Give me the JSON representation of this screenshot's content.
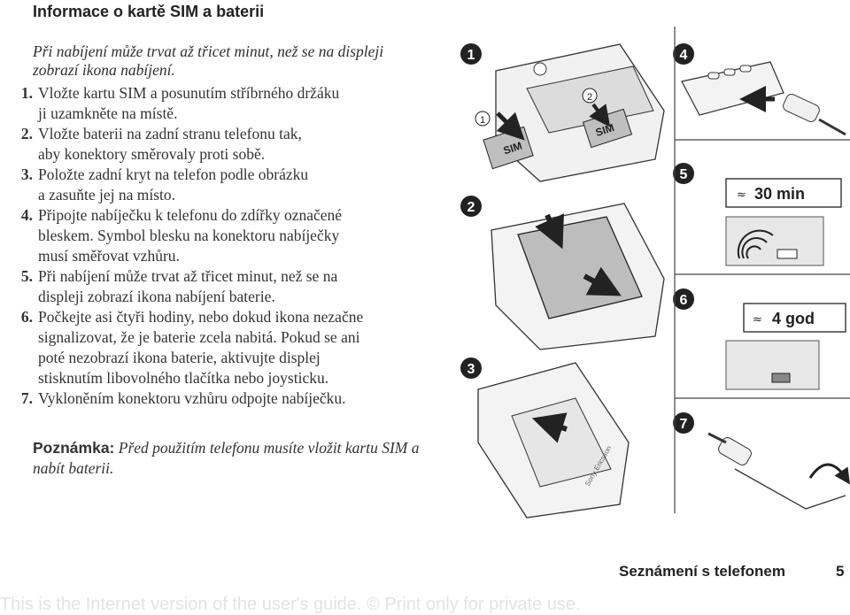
{
  "heading": "Informace o kartě SIM a baterii",
  "intro": "Při nabíjení může trvat až třicet minut, než se na displeji zobrazí ikona nabíjení.",
  "steps": [
    {
      "num": "1.",
      "text": "Vložte kartu SIM a posunutím stříbrného držáku\nji uzamkněte na místě."
    },
    {
      "num": "2.",
      "text": "Vložte baterii na zadní stranu telefonu tak,\naby konektory směrovaly proti sobě."
    },
    {
      "num": "3.",
      "text": "Položte zadní kryt na telefon podle obrázku\na zasuňte jej na místo."
    },
    {
      "num": "4.",
      "text": "Připojte nabíječku k telefonu do zdířky označené\nbleskem. Symbol blesku na konektoru nabíječky\nmusí směřovat vzhůru."
    },
    {
      "num": "5.",
      "text": "Při nabíjení může trvat až třicet minut, než se na\ndispleji zobrazí ikona nabíjení baterie."
    },
    {
      "num": "6.",
      "text": "Počkejte asi čtyři hodiny, nebo dokud ikona nezačne\nsignalizovat, že je baterie zcela nabitá. Pokud se ani\npoté nezobrazí ikona baterie, aktivujte displej\nstisknutím libovolného tlačítka nebo joysticku."
    },
    {
      "num": "7.",
      "text": "Vykloněním konektoru vzhůru odpojte nabíječku."
    }
  ],
  "note": {
    "label": "Poznámka:",
    "text": " Před použitím telefonu musíte vložit kartu SIM a nabít baterii."
  },
  "illustration": {
    "step_numbers": [
      "1",
      "2",
      "3",
      "4",
      "5",
      "6",
      "7"
    ],
    "sub_numbers": [
      "1",
      "2"
    ],
    "sim_label": "SIM",
    "charge_30": "30 min",
    "charge_4": "4 god",
    "brand": "Sony Ericsson"
  },
  "footer": {
    "section": "Seznámení s telefonem",
    "page": "5",
    "watermark": "This is the Internet version of the user's guide. © Print only for private use."
  }
}
